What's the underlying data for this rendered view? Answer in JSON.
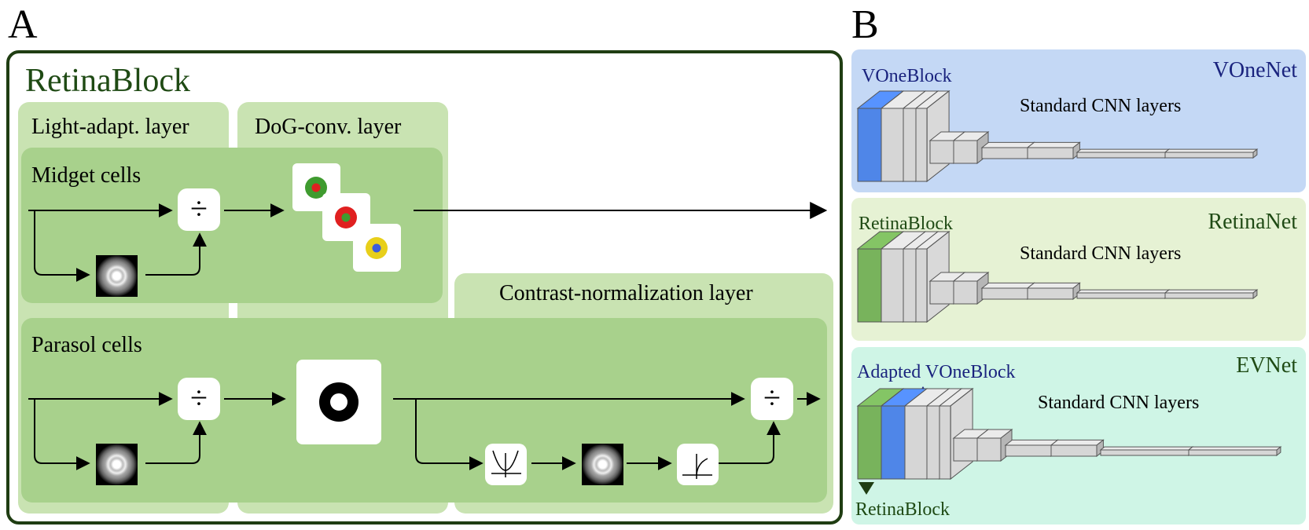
{
  "panel_a": {
    "letter": "A",
    "title": "RetinaBlock",
    "light_layer_label": "Light-adapt. layer",
    "dog_layer_label": "DoG-conv. layer",
    "midget_label": "Midget cells",
    "parasol_label": "Parasol cells",
    "contrast_layer_label": "Contrast-normalization layer",
    "divide_symbol": "÷"
  },
  "panel_b": {
    "letter": "B",
    "voonenet": {
      "name": "VOneNet",
      "block_label": "VOneBlock",
      "cnn_label": "Standard CNN layers"
    },
    "retinanet": {
      "name": "RetinaNet",
      "block_label": "RetinaBlock",
      "cnn_label": "Standard CNN layers"
    },
    "evnet": {
      "name": "EVNet",
      "block_label": "Adapted VOneBlock",
      "cnn_label": "Standard CNN layers",
      "retina_label": "RetinaBlock"
    }
  },
  "colors": {
    "frame": "#1f3d12",
    "dark_green_text": "#1f4a14",
    "outer_layer": "#c9e3b2",
    "inner_cells": "#a8d18c",
    "voonenet_bg": "#c4d8f5",
    "retinanet_bg": "#e6f2d4",
    "evnet_bg": "#cff5e6",
    "blue_text": "#1a237e",
    "vone_blue": "#4f86e8",
    "retina_green": "#78b35c"
  }
}
